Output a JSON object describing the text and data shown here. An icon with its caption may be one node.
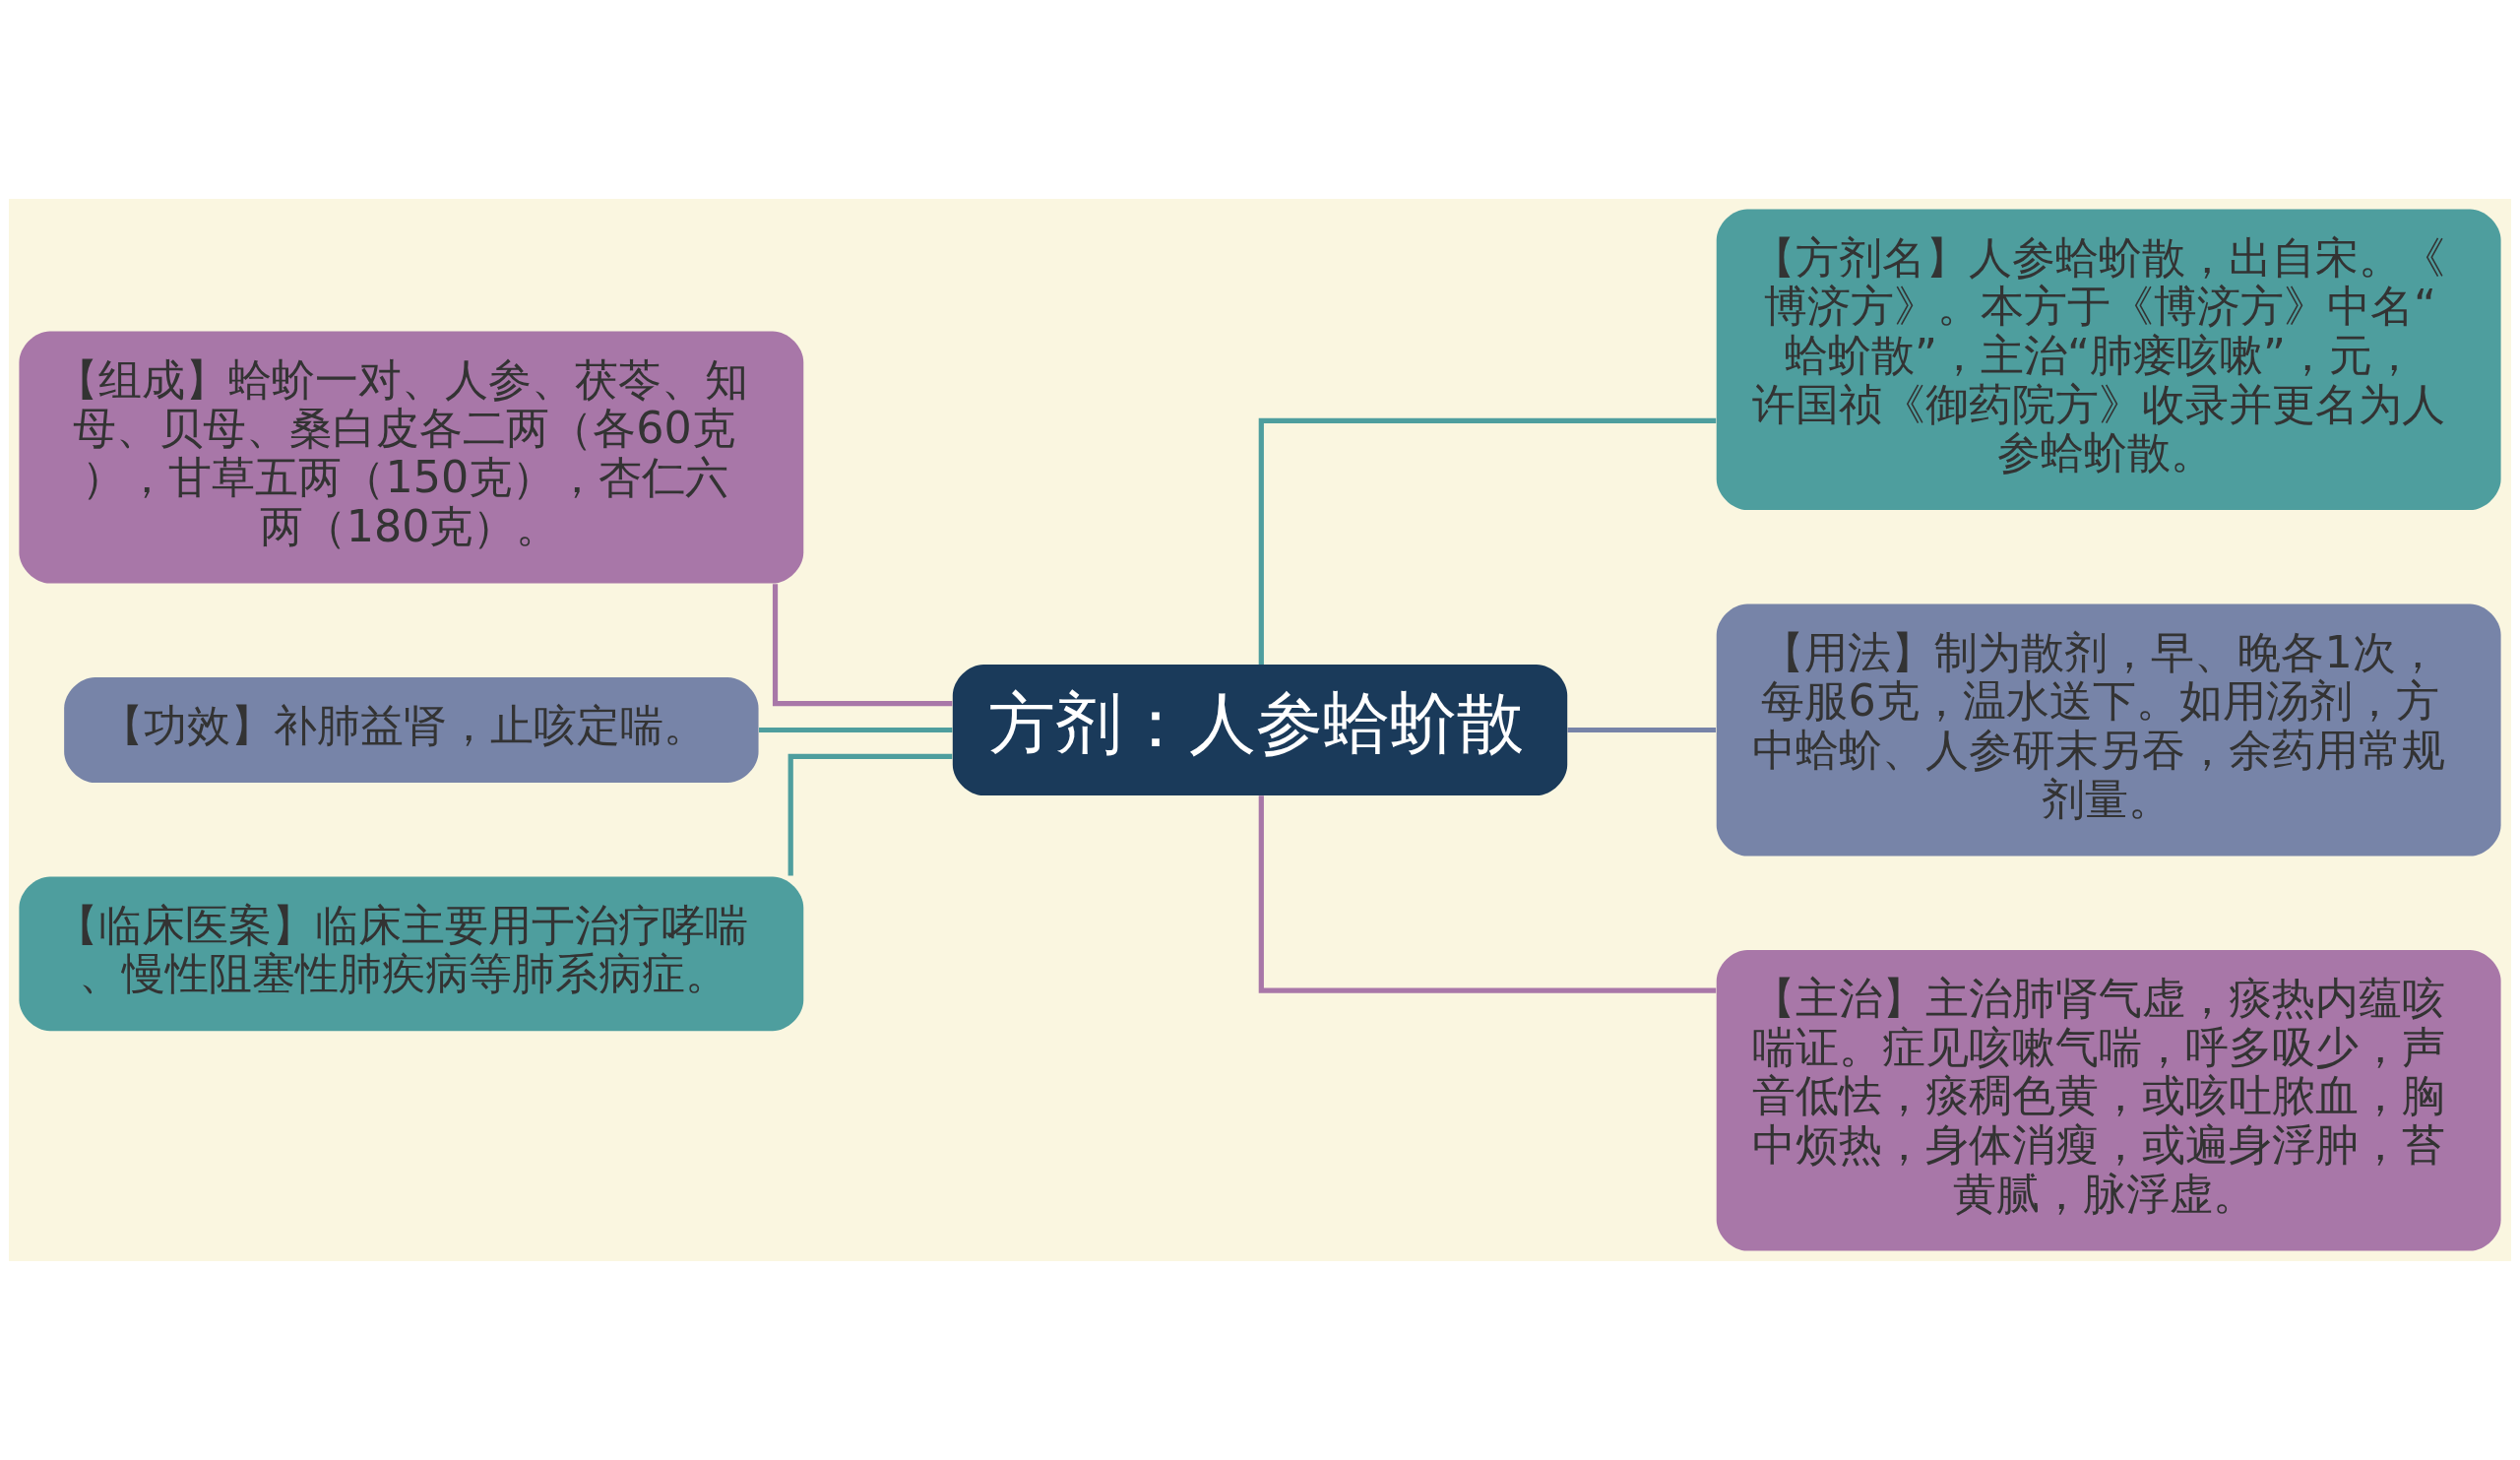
{
  "diagram": {
    "nodes": [
      {
        "text": [
          "方剂：人参蛤蚧散"
        ]
      },
      {
        "text": [
          "【组成】蛤蚧一对、人参、茯苓、知母、贝母、桑白皮各二两（各60克），甘草五两（150克），杏仁六两（180克）。"
        ]
      },
      {
        "text": [
          "【功效】补肺益肾，止咳定喘。"
        ]
      },
      {
        "text": [
          "【临床医案】临床主要用于治疗哮喘、慢性阻塞性肺疾病等肺系病症。"
        ]
      },
      {
        "text": [
          "【方剂名】人参蛤蚧散，出自宋。《博济方》。本方于《博济方》中名“蛤蚧散”，主治“肺瘘咳嗽”，元，许国祯《御药院方》收录并更名为人参蛤蚧散。"
        ]
      },
      {
        "text": [
          "【用法】制为散剂，早、晚各1次，每服6克，温水送下。如用汤剂，方中蛤蚧、人参研末另吞，余药用常规剂量。"
        ]
      },
      {
        "text": [
          "【主治】主治肺肾气虚，痰热内蕴咳喘证。症见咳嗽气喘，呼多吸少，声音低怯，痰稠色黄，或咳吐脓血，胸中烦热，身体消瘦，或遍身浮肿，苔黄腻，脉浮虚。"
        ]
      }
    ],
    "edges": [
      {
        "from": 0,
        "to": 1,
        "arrow": "none",
        "color": "#a877a8"
      },
      {
        "from": 0,
        "to": 2,
        "arrow": "none",
        "color": "#4e9e9e"
      },
      {
        "from": 0,
        "to": 3,
        "arrow": "none",
        "color": "#4e9e9e"
      },
      {
        "from": 0,
        "to": 4,
        "arrow": "none",
        "color": "#4e9e9e"
      },
      {
        "from": 0,
        "to": 5,
        "arrow": "none",
        "color": "#7784a8"
      },
      {
        "from": 0,
        "to": 6,
        "arrow": "none",
        "color": "#a877a8"
      }
    ]
  }
}
